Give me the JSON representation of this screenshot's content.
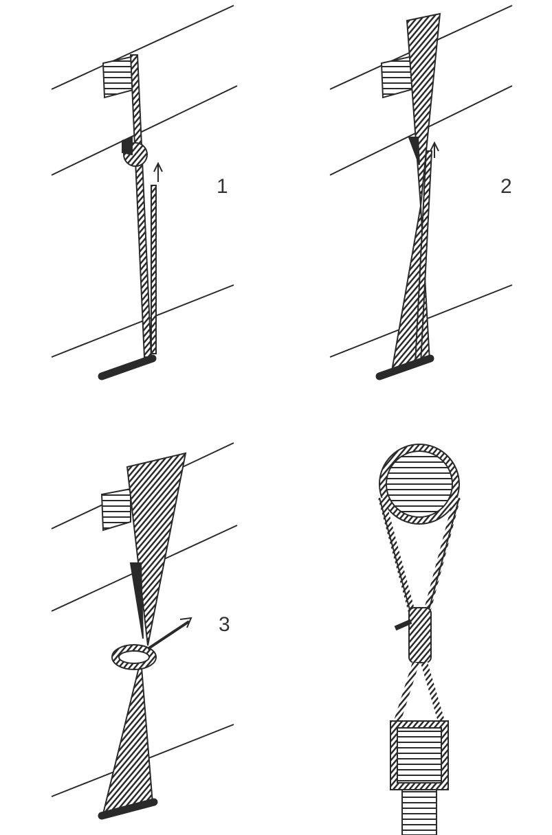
{
  "figure": {
    "steps": [
      {
        "label": "1"
      },
      {
        "label": "2"
      },
      {
        "label": "3"
      }
    ],
    "colors": {
      "ink": "#2a2a2a",
      "paper": "#ffffff"
    }
  }
}
